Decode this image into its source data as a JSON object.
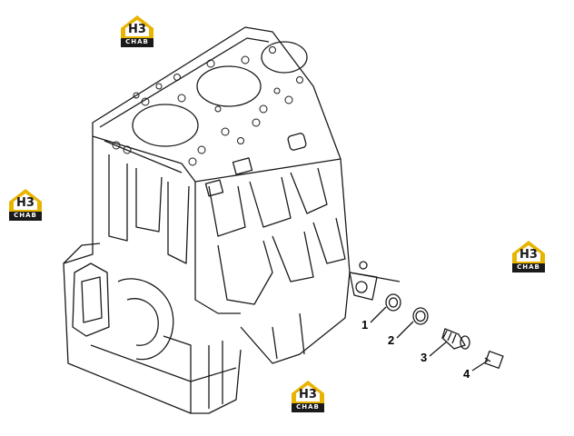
{
  "watermarks": [
    {
      "mark": "H3",
      "brand": "CHAB"
    },
    {
      "mark": "H3",
      "brand": "CHAB"
    },
    {
      "mark": "H3",
      "brand": "CHAB"
    },
    {
      "mark": "H3",
      "brand": "CHAB"
    }
  ],
  "callouts": [
    {
      "label": "1"
    },
    {
      "label": "2"
    },
    {
      "label": "3"
    },
    {
      "label": "4"
    }
  ],
  "colors": {
    "line": "#1a1a1a",
    "watermark_gold": "#e8b400",
    "watermark_dark": "#1a1a1a"
  }
}
